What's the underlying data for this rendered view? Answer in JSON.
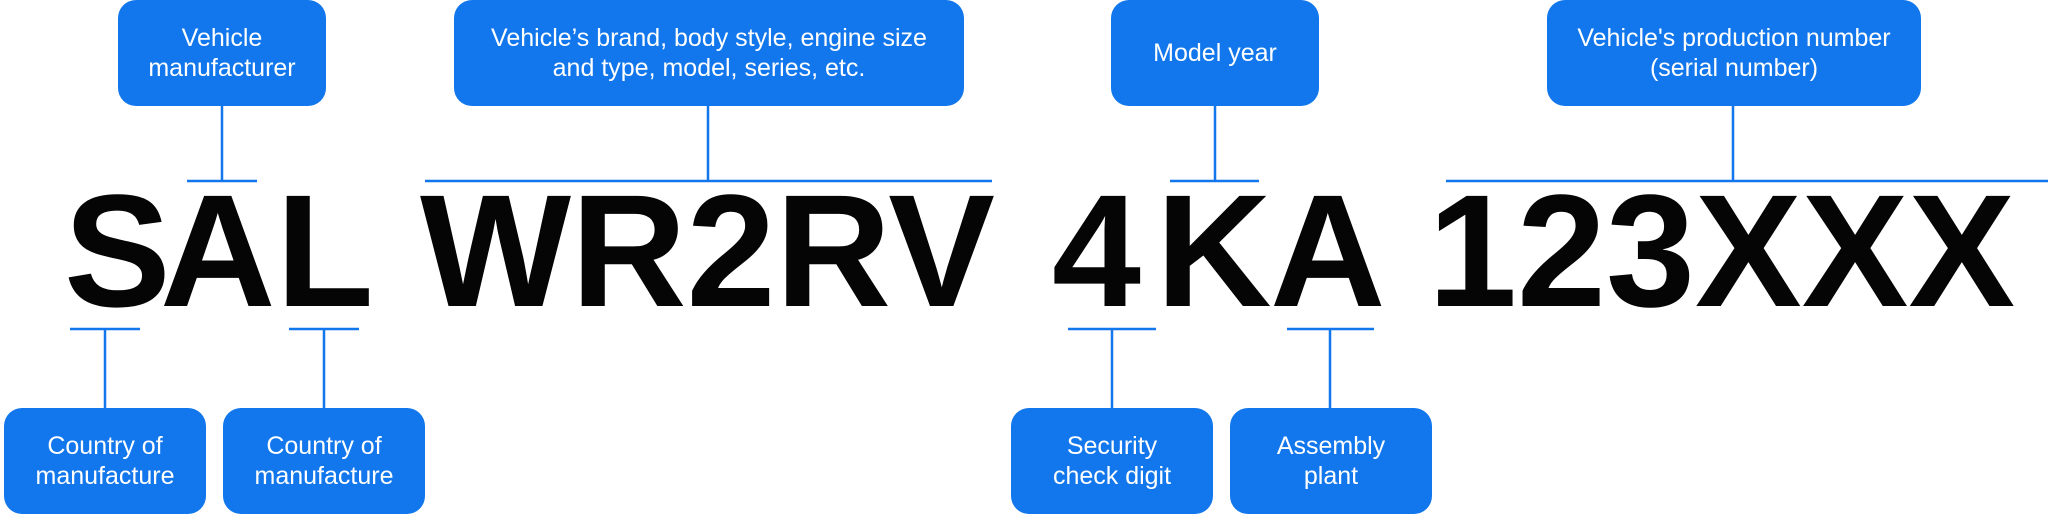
{
  "vin": {
    "group_wmi_1": "S",
    "group_wmi_2": "A",
    "group_wmi_3": "L",
    "group_vds": "WR2RV",
    "group_check": "4",
    "group_year": "K",
    "group_plant": "A",
    "group_serial": "123XXX"
  },
  "labels": {
    "manufacturer": "Vehicle\nmanufacturer",
    "descriptor": "Vehicle’s brand, body style, engine size\nand type, model, series, etc.",
    "model_year": "Model year",
    "production_number": "Vehicle's production number\n(serial number)",
    "country_1": "Country of\nmanufacture",
    "country_2": "Country of\nmanufacture",
    "check_digit": "Security\ncheck digit",
    "assembly_plant": "Assembly\nplant"
  },
  "colors": {
    "accent": "#1277ec",
    "text": "#050505",
    "label_text": "#ffffff"
  }
}
